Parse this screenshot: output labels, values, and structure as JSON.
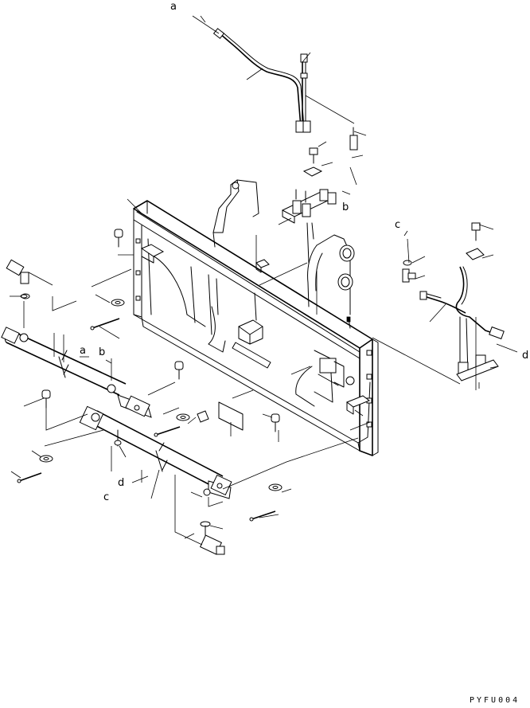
{
  "labels": {
    "a_top": "a",
    "b_right": "b",
    "c_right": "c",
    "d_right": "d",
    "a_left": "a",
    "b_left": "b",
    "d_bottom": "d",
    "c_bottom": "c"
  },
  "drawing_code": "PYFU004"
}
